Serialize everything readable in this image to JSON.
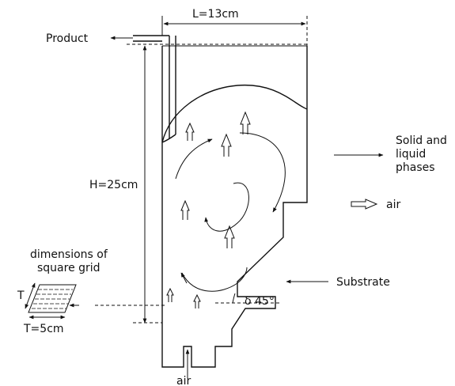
{
  "labels": {
    "product": "Product",
    "length": "L=13cm",
    "height": "H=25cm",
    "phases_line1": "Solid and",
    "phases_line2": "liquid",
    "phases_line3": "phases",
    "air_legend": "air",
    "grid_line1": "dimensions of",
    "grid_line2": "square grid",
    "grid_T_side": "T",
    "grid_T_bottom": "T=5cm",
    "substrate": "Substrate",
    "angle": "δ 45°",
    "air_inlet": "air"
  }
}
